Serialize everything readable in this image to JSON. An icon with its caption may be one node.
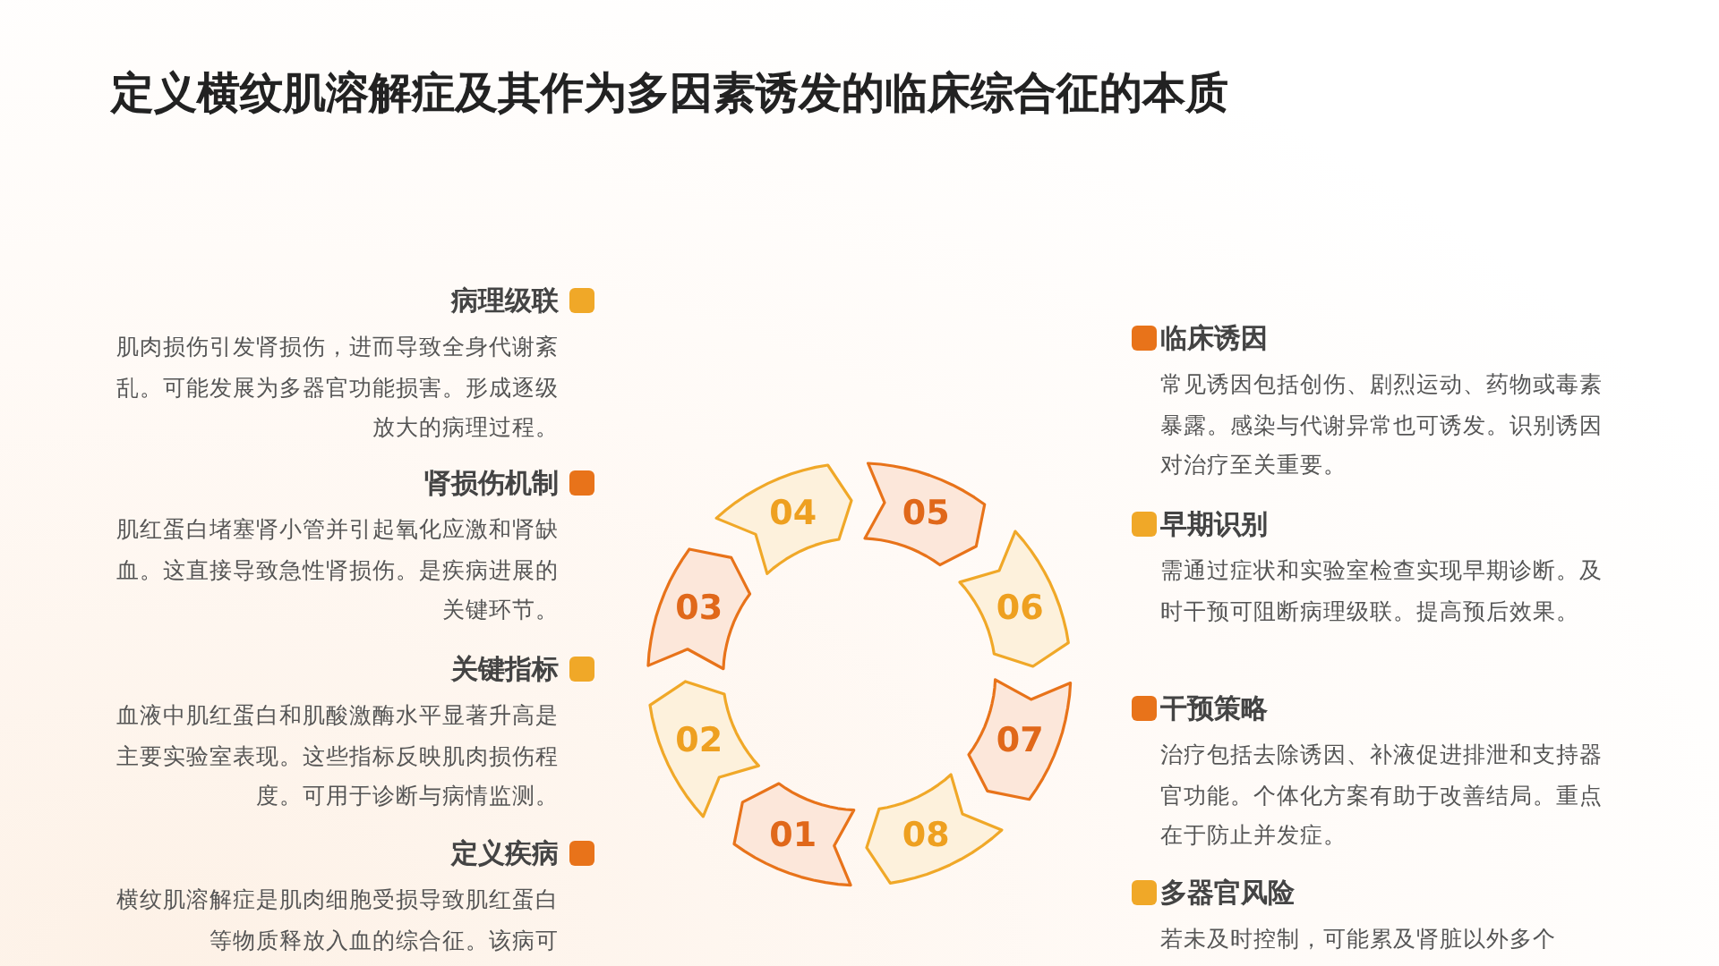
{
  "diagram": {
    "title": "定义横纹肌溶解症及其作为多因素诱发的临床综合征的本质",
    "nodes": [
      {
        "text": [
          "病理级联",
          "肌肉损伤引发肾损伤，进而导致全身代谢紊乱。可能发展为多器官功能损害。形成逐级放大的病理过程。"
        ]
      },
      {
        "text": [
          "肾损伤机制",
          "肌红蛋白堵塞肾小管并引起氧化应激和肾缺血。这直接导致急性肾损伤。是疾病进展的关键环节。"
        ]
      },
      {
        "text": [
          "关键指标",
          "血液中肌红蛋白和肌酸激酶水平显著升高是主要实验室表现。这些指标反映肌肉损伤程度。可用于诊断与病情监测。"
        ]
      },
      {
        "text": [
          "定义疾病",
          "横纹肌溶解症是肌肉细胞受损导致肌红蛋白等物质释放入血的综合征。该病可"
        ]
      },
      {
        "text": [
          "01"
        ]
      },
      {
        "text": [
          "02"
        ]
      },
      {
        "text": [
          "03"
        ]
      },
      {
        "text": [
          "04"
        ]
      },
      {
        "text": [
          "05"
        ]
      },
      {
        "text": [
          "06"
        ]
      },
      {
        "text": [
          "07"
        ]
      },
      {
        "text": [
          "08"
        ]
      },
      {
        "text": [
          "临床诱因",
          "常见诱因包括创伤、剧烈运动、药物或毒素暴露。感染与代谢异常也可诱发。识别诱因对治疗至关重要。"
        ]
      },
      {
        "text": [
          "早期识别",
          "需通过症状和实验室检查实现早期诊断。及时干预可阻断病理级联。提高预后效果。"
        ]
      },
      {
        "text": [
          "干预策略",
          "治疗包括去除诱因、补液促进排泄和支持器官功能。个体化方案有助于改善结局。重点在于防止并发症。"
        ]
      },
      {
        "text": [
          "多器官风险",
          "若未及时控制，可能累及肾脏以外多个"
        ]
      }
    ]
  }
}
